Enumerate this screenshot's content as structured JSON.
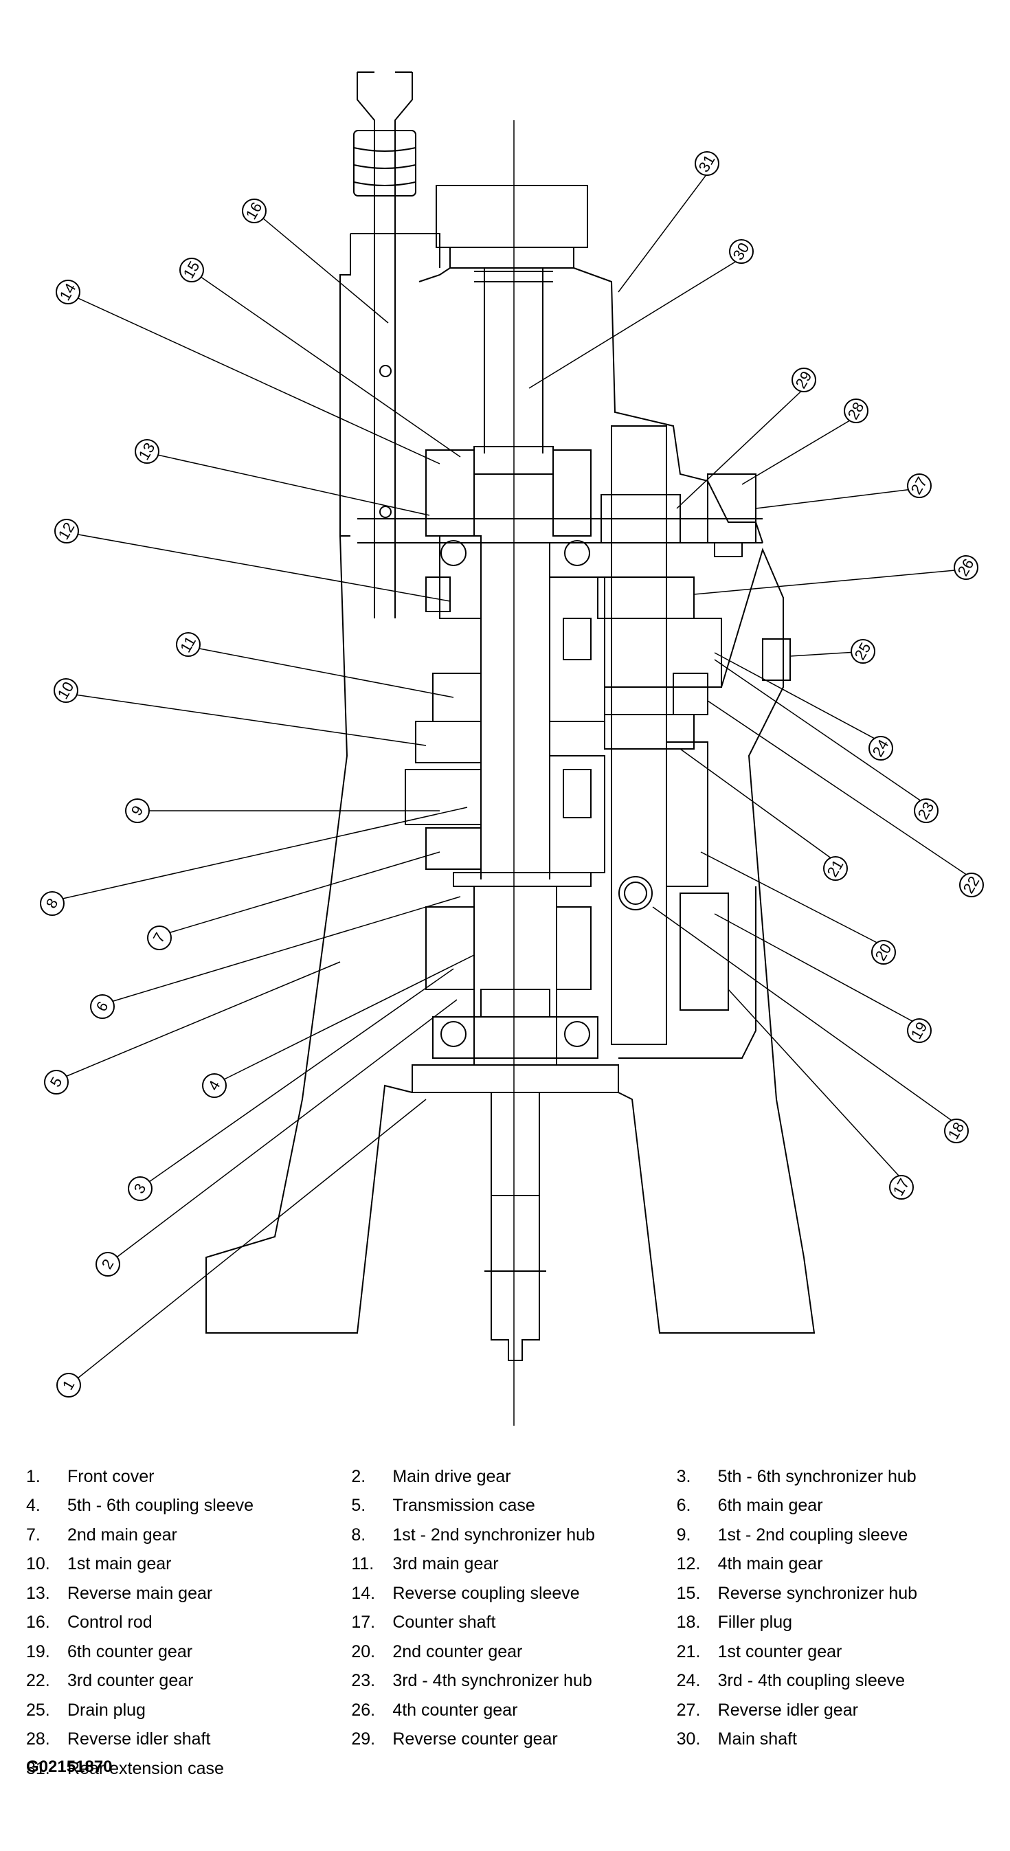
{
  "callouts": [
    {
      "n": "1"
    },
    {
      "n": "2"
    },
    {
      "n": "3"
    },
    {
      "n": "4"
    },
    {
      "n": "5"
    },
    {
      "n": "6"
    },
    {
      "n": "7"
    },
    {
      "n": "8"
    },
    {
      "n": "9"
    },
    {
      "n": "10"
    },
    {
      "n": "11"
    },
    {
      "n": "12"
    },
    {
      "n": "13"
    },
    {
      "n": "14"
    },
    {
      "n": "15"
    },
    {
      "n": "16"
    },
    {
      "n": "17"
    },
    {
      "n": "18"
    },
    {
      "n": "19"
    },
    {
      "n": "20"
    },
    {
      "n": "21"
    },
    {
      "n": "22"
    },
    {
      "n": "23"
    },
    {
      "n": "24"
    },
    {
      "n": "25"
    },
    {
      "n": "26"
    },
    {
      "n": "27"
    },
    {
      "n": "28"
    },
    {
      "n": "29"
    },
    {
      "n": "30"
    },
    {
      "n": "31"
    }
  ],
  "legend": [
    {
      "num": "1.",
      "label": "Front cover"
    },
    {
      "num": "2.",
      "label": "Main drive gear"
    },
    {
      "num": "3.",
      "label": "5th - 6th synchronizer hub"
    },
    {
      "num": "4.",
      "label": "5th - 6th coupling sleeve"
    },
    {
      "num": "5.",
      "label": "Transmission case"
    },
    {
      "num": "6.",
      "label": "6th main gear"
    },
    {
      "num": "7.",
      "label": "2nd main gear"
    },
    {
      "num": "8.",
      "label": "1st - 2nd synchronizer hub"
    },
    {
      "num": "9.",
      "label": "1st - 2nd coupling sleeve"
    },
    {
      "num": "10.",
      "label": "1st main gear"
    },
    {
      "num": "11.",
      "label": "3rd main gear"
    },
    {
      "num": "12.",
      "label": "4th main gear"
    },
    {
      "num": "13.",
      "label": "Reverse main gear"
    },
    {
      "num": "14.",
      "label": "Reverse coupling sleeve"
    },
    {
      "num": "15.",
      "label": "Reverse synchronizer hub"
    },
    {
      "num": "16.",
      "label": "Control rod"
    },
    {
      "num": "17.",
      "label": "Counter shaft"
    },
    {
      "num": "18.",
      "label": "Filler plug"
    },
    {
      "num": "19.",
      "label": "6th counter gear"
    },
    {
      "num": "20.",
      "label": "2nd counter gear"
    },
    {
      "num": "21.",
      "label": "1st counter gear"
    },
    {
      "num": "22.",
      "label": "3rd counter gear"
    },
    {
      "num": "23.",
      "label": "3rd - 4th synchronizer hub"
    },
    {
      "num": "24.",
      "label": "3rd - 4th coupling sleeve"
    },
    {
      "num": "25.",
      "label": "Drain plug"
    },
    {
      "num": "26.",
      "label": "4th counter gear"
    },
    {
      "num": "27.",
      "label": "Reverse idler gear"
    },
    {
      "num": "28.",
      "label": "Reverse idler shaft"
    },
    {
      "num": "29.",
      "label": "Reverse counter gear"
    },
    {
      "num": "30.",
      "label": "Main shaft"
    },
    {
      "num": "31.",
      "label": "Rear extension case"
    }
  ],
  "figure_id": "G02151870"
}
